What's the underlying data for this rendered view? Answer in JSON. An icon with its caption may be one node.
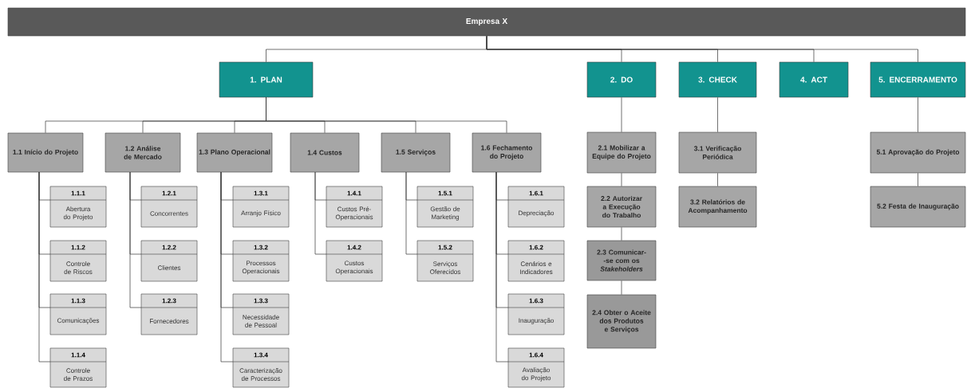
{
  "diagram": {
    "nodes": [
      {
        "text": [
          "Empresa X"
        ]
      },
      {
        "text": [
          "1. PLAN"
        ]
      },
      {
        "text": [
          "2. DO"
        ]
      },
      {
        "text": [
          "3. CHECK"
        ]
      },
      {
        "text": [
          "4. ACT"
        ]
      },
      {
        "text": [
          "5. ENCERRAMENTO"
        ]
      },
      {
        "text": [
          "1.1 Início do Projeto"
        ]
      },
      {
        "text": [
          "1.2 Análise de Mercado"
        ]
      },
      {
        "text": [
          "1.3 Plano Operacional"
        ]
      },
      {
        "text": [
          "1.4 Custos"
        ]
      },
      {
        "text": [
          "1.5 Serviços"
        ]
      },
      {
        "text": [
          "1.6 Fechamento do Projeto"
        ]
      },
      {
        "text": [
          "1.1.1",
          "Abertura do Projeto"
        ]
      },
      {
        "text": [
          "1.1.2",
          "Controle de Riscos"
        ]
      },
      {
        "text": [
          "1.1.3",
          "Comunicações"
        ]
      },
      {
        "text": [
          "1.1.4",
          "Controle de Prazos"
        ]
      },
      {
        "text": [
          "1.2.1",
          "Concorrentes"
        ]
      },
      {
        "text": [
          "1.2.2",
          "Clientes"
        ]
      },
      {
        "text": [
          "1.2.3",
          "Fornecedores"
        ]
      },
      {
        "text": [
          "1.3.1",
          "Arranjo Físico"
        ]
      },
      {
        "text": [
          "1.3.2",
          "Processos Operacionais"
        ]
      },
      {
        "text": [
          "1.3.3",
          "Necessidade de Pessoal"
        ]
      },
      {
        "text": [
          "1.3.4",
          "Caracterização de Processos"
        ]
      },
      {
        "text": [
          "1.4.1",
          "Custos Pré- Operacionais"
        ]
      },
      {
        "text": [
          "1.4.2",
          "Custos Operacionais"
        ]
      },
      {
        "text": [
          "1.5.1",
          "Gestão de Marketing"
        ]
      },
      {
        "text": [
          "1.5.2",
          "Serviços Oferecidos"
        ]
      },
      {
        "text": [
          "1.6.1",
          "Depreciação"
        ]
      },
      {
        "text": [
          "1.6.2",
          "Cenários e Indicadores"
        ]
      },
      {
        "text": [
          "1.6.3",
          "Inauguração"
        ]
      },
      {
        "text": [
          "1.6.4",
          "Avaliação do Projeto"
        ]
      },
      {
        "text": [
          "2.1 Mobilizar a Equipe do Projeto"
        ]
      },
      {
        "text": [
          "2.2 Autorizar a Execução do Trabalho"
        ]
      },
      {
        "text": [
          "2.3 Comunicar- -se com os *Stakeholders*"
        ]
      },
      {
        "text": [
          "2.4 Obter o Aceite dos Produtos e Serviços"
        ]
      },
      {
        "text": [
          "3.1 Verificação Periódica"
        ]
      },
      {
        "text": [
          "3.2 Relatórios de Acompanhamento"
        ]
      },
      {
        "text": [
          "5.1 Aprovação do Projeto"
        ]
      },
      {
        "text": [
          "5.2 Festa de Inauguração"
        ]
      }
    ],
    "edges": [
      {
        "from": 0,
        "to": 1,
        "arrow": "none"
      },
      {
        "from": 0,
        "to": 2,
        "arrow": "none"
      },
      {
        "from": 0,
        "to": 3,
        "arrow": "none"
      },
      {
        "from": 0,
        "to": 4,
        "arrow": "none"
      },
      {
        "from": 0,
        "to": 5,
        "arrow": "none"
      },
      {
        "from": 1,
        "to": 6,
        "arrow": "none"
      },
      {
        "from": 1,
        "to": 7,
        "arrow": "none"
      },
      {
        "from": 1,
        "to": 8,
        "arrow": "none"
      },
      {
        "from": 1,
        "to": 9,
        "arrow": "none"
      },
      {
        "from": 1,
        "to": 10,
        "arrow": "none"
      },
      {
        "from": 1,
        "to": 11,
        "arrow": "none"
      },
      {
        "from": 6,
        "to": 12,
        "arrow": "none"
      },
      {
        "from": 6,
        "to": 13,
        "arrow": "none"
      },
      {
        "from": 6,
        "to": 14,
        "arrow": "none"
      },
      {
        "from": 6,
        "to": 15,
        "arrow": "none"
      },
      {
        "from": 7,
        "to": 16,
        "arrow": "none"
      },
      {
        "from": 7,
        "to": 17,
        "arrow": "none"
      },
      {
        "from": 7,
        "to": 18,
        "arrow": "none"
      },
      {
        "from": 8,
        "to": 19,
        "arrow": "none"
      },
      {
        "from": 8,
        "to": 20,
        "arrow": "none"
      },
      {
        "from": 8,
        "to": 21,
        "arrow": "none"
      },
      {
        "from": 8,
        "to": 22,
        "arrow": "none"
      },
      {
        "from": 9,
        "to": 23,
        "arrow": "none"
      },
      {
        "from": 9,
        "to": 24,
        "arrow": "none"
      },
      {
        "from": 10,
        "to": 25,
        "arrow": "none"
      },
      {
        "from": 10,
        "to": 26,
        "arrow": "none"
      },
      {
        "from": 11,
        "to": 27,
        "arrow": "none"
      },
      {
        "from": 11,
        "to": 28,
        "arrow": "none"
      },
      {
        "from": 11,
        "to": 29,
        "arrow": "none"
      },
      {
        "from": 11,
        "to": 30,
        "arrow": "none"
      },
      {
        "from": 2,
        "to": 31,
        "arrow": "none"
      },
      {
        "from": 31,
        "to": 32,
        "arrow": "none"
      },
      {
        "from": 32,
        "to": 33,
        "arrow": "none"
      },
      {
        "from": 33,
        "to": 34,
        "arrow": "none"
      },
      {
        "from": 3,
        "to": 35,
        "arrow": "none"
      },
      {
        "from": 35,
        "to": 36,
        "arrow": "none"
      },
      {
        "from": 5,
        "to": 37,
        "arrow": "none"
      },
      {
        "from": 37,
        "to": 38,
        "arrow": "none"
      }
    ]
  }
}
